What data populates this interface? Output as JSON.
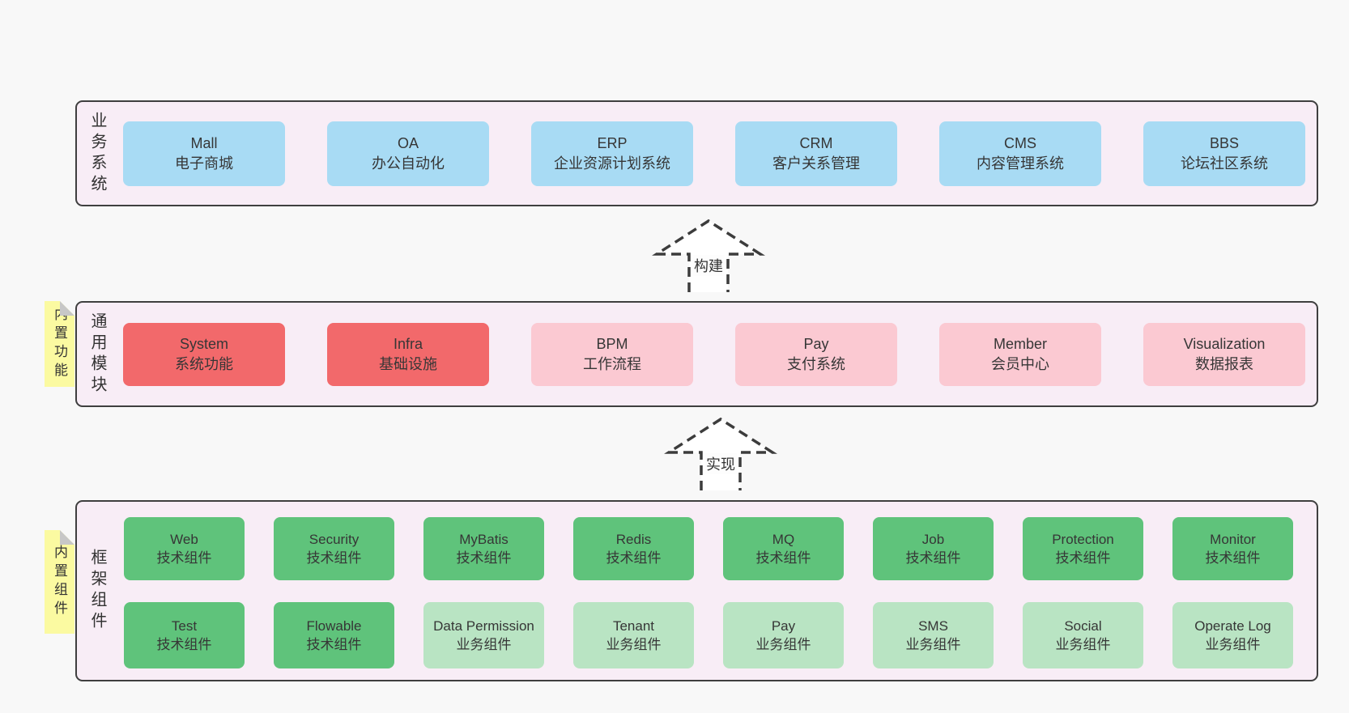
{
  "diagram": {
    "palette": {
      "background": "#f8f8f8",
      "panel_fill": "#f8edf6",
      "panel_border": "#3f3f3f",
      "blue": "#a8dbf4",
      "red": "#f2696b",
      "pink": "#fbc9d2",
      "green": "#5fc37b",
      "green_light": "#b9e4c3",
      "sticky_yellow": "#fbfaa1",
      "sticky_fold": "#c7c7c7",
      "text": "#363636"
    },
    "layers": [
      {
        "label": "业务系统",
        "boxes": [
          {
            "title": "Mall",
            "subtitle": "电子商城"
          },
          {
            "title": "OA",
            "subtitle": "办公自动化"
          },
          {
            "title": "ERP",
            "subtitle": "企业资源计划系统"
          },
          {
            "title": "CRM",
            "subtitle": "客户关系管理"
          },
          {
            "title": "CMS",
            "subtitle": "内容管理系统"
          },
          {
            "title": "BBS",
            "subtitle": "论坛社区系统"
          }
        ]
      },
      {
        "label": "通用模块",
        "sticky": "内置功能",
        "boxes": [
          {
            "title": "System",
            "subtitle": "系统功能"
          },
          {
            "title": "Infra",
            "subtitle": "基础设施"
          },
          {
            "title": "BPM",
            "subtitle": "工作流程"
          },
          {
            "title": "Pay",
            "subtitle": "支付系统"
          },
          {
            "title": "Member",
            "subtitle": "会员中心"
          },
          {
            "title": "Visualization",
            "subtitle": "数据报表"
          }
        ]
      },
      {
        "label": "框架组件",
        "sticky": "内置组件",
        "rows": [
          [
            {
              "title": "Web",
              "subtitle": "技术组件"
            },
            {
              "title": "Security",
              "subtitle": "技术组件"
            },
            {
              "title": "MyBatis",
              "subtitle": "技术组件"
            },
            {
              "title": "Redis",
              "subtitle": "技术组件"
            },
            {
              "title": "MQ",
              "subtitle": "技术组件"
            },
            {
              "title": "Job",
              "subtitle": "技术组件"
            },
            {
              "title": "Protection",
              "subtitle": "技术组件"
            },
            {
              "title": "Monitor",
              "subtitle": "技术组件"
            }
          ],
          [
            {
              "title": "Test",
              "subtitle": "技术组件"
            },
            {
              "title": "Flowable",
              "subtitle": "技术组件"
            },
            {
              "title": "Data Permission",
              "subtitle": "业务组件"
            },
            {
              "title": "Tenant",
              "subtitle": "业务组件"
            },
            {
              "title": "Pay",
              "subtitle": "业务组件"
            },
            {
              "title": "SMS",
              "subtitle": "业务组件"
            },
            {
              "title": "Social",
              "subtitle": "业务组件"
            },
            {
              "title": "Operate Log",
              "subtitle": "业务组件"
            }
          ]
        ]
      }
    ],
    "arrows": [
      {
        "label": "构建"
      },
      {
        "label": "实现"
      }
    ]
  }
}
